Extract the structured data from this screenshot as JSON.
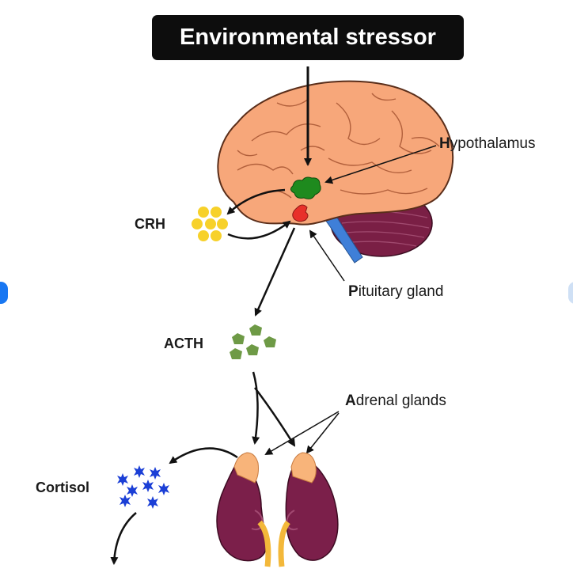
{
  "diagram": {
    "title": "Environmental stressor",
    "labels": {
      "hypothalamus": {
        "initial": "H",
        "rest": "ypothalamus"
      },
      "pituitary": {
        "initial": "P",
        "rest": "ituitary gland"
      },
      "adrenal": {
        "initial": "A",
        "rest": "drenal glands"
      },
      "crh": "CRH",
      "acth": "ACTH",
      "cortisol": "Cortisol"
    },
    "colors": {
      "brain": "#f7a77a",
      "brain_outline": "#5a2e1a",
      "hypothalamus": "#1e8a1e",
      "pituitary": "#e8302a",
      "cerebellum": "#7a1f45",
      "brainstem": "#3f7fd8",
      "crh_particles": "#f7d12a",
      "acth_particles": "#6e9a46",
      "cortisol_stars": "#1b3fd6",
      "kidney": "#7b1f4a",
      "adrenal": "#f8b47a",
      "title_bg": "#0d0d0d",
      "side_dot": "#1877f2"
    }
  }
}
